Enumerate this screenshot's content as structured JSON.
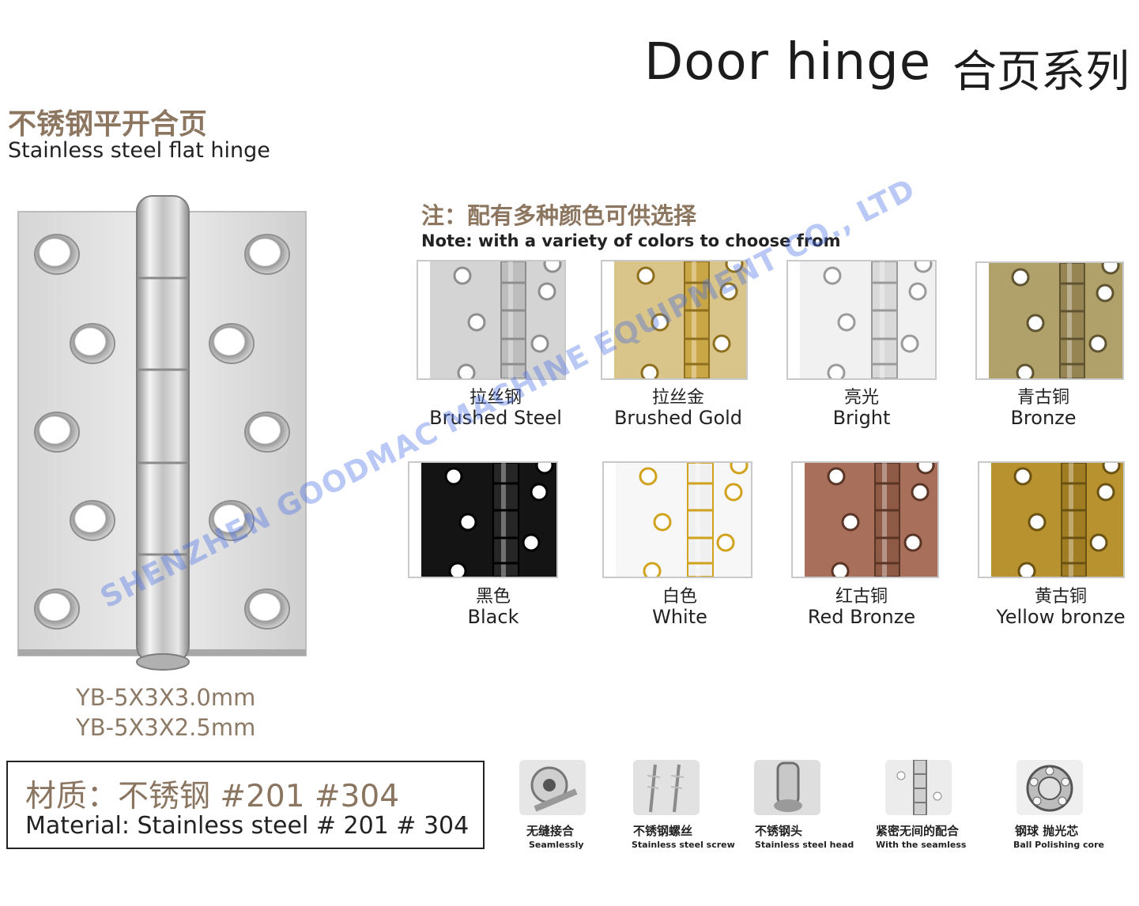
{
  "header": {
    "title_en": "Door hinge",
    "title_cn": "合页系列"
  },
  "product": {
    "name_cn": "不锈钢平开合页",
    "name_en": "Stainless steel flat hinge",
    "models": [
      "YB-5X3X3.0mm",
      "YB-5X3X2.5mm"
    ]
  },
  "note": {
    "cn": "注：配有多种颜色可供选择",
    "en": "Note: with a variety of colors to choose from"
  },
  "colors": [
    {
      "cn": "拉丝钢",
      "en": "Brushed Steel",
      "plate": "#d4d4d4",
      "barrel": "#bdbdbd",
      "accent": "#8e8e8e"
    },
    {
      "cn": "拉丝金",
      "en": "Brushed Gold",
      "plate": "#d9c48a",
      "barrel": "#c9a646",
      "accent": "#8d6f1d"
    },
    {
      "cn": "亮光",
      "en": "Bright",
      "plate": "#f1f1f1",
      "barrel": "#d9d9d9",
      "accent": "#9a9a9a"
    },
    {
      "cn": "青古铜",
      "en": "Bronze",
      "plate": "#b0a06a",
      "barrel": "#968553",
      "accent": "#5f5330"
    },
    {
      "cn": "黑色",
      "en": "Black",
      "plate": "#141414",
      "barrel": "#262626",
      "accent": "#000000"
    },
    {
      "cn": "白色",
      "en": "White",
      "plate": "#f7f7f7",
      "barrel": "#f0f0f0",
      "accent": "#d1a21c"
    },
    {
      "cn": "红古铜",
      "en": "Red Bronze",
      "plate": "#a8705a",
      "barrel": "#8e5a45",
      "accent": "#5a3425"
    },
    {
      "cn": "黄古铜",
      "en": "Yellow bronze",
      "plate": "#b8922e",
      "barrel": "#a07d22",
      "accent": "#6b5213"
    }
  ],
  "material": {
    "cn": "材质：不锈钢 #201  #304",
    "en": "Material: Stainless steel # 201 # 304"
  },
  "features": [
    {
      "cn": "无缝接合",
      "en": "Seamlessly"
    },
    {
      "cn": "不锈钢螺丝",
      "en": "Stainless steel screw"
    },
    {
      "cn": "不锈钢头",
      "en": "Stainless steel head"
    },
    {
      "cn": "紧密无间的配合",
      "en": "With the seamless"
    },
    {
      "cn": "钢球  抛光芯",
      "en": "Ball       Polishing core"
    }
  ],
  "watermark": "SHENZHEN GOODMAC MACHINE EQUIPMENT CO., LTD"
}
